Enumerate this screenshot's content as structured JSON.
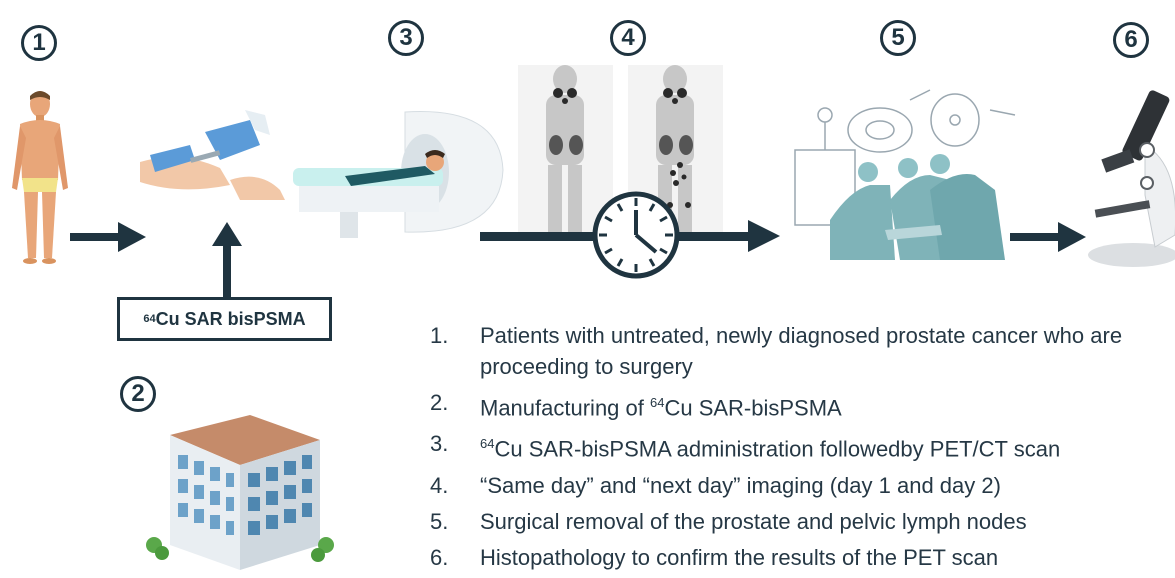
{
  "step_markers": [
    "1",
    "2",
    "3",
    "4",
    "5",
    "6"
  ],
  "tracer_label": {
    "sup": "64",
    "text": "Cu SAR bisPSMA"
  },
  "steps": [
    {
      "num": "1.",
      "text": "Patients with untreated, newly diagnosed prostate cancer who are proceeding to surgery"
    },
    {
      "num": "2.",
      "sup": "64",
      "text": "Cu SAR-bisPSMA",
      "prefix": "Manufacturing of "
    },
    {
      "num": "3.",
      "sup": "64",
      "text": "Cu SAR-bisPSMA administration followedby PET/CT scan",
      "prefix": ""
    },
    {
      "num": "4.",
      "text": "“Same day” and “next day” imaging (day 1 and day 2)"
    },
    {
      "num": "5.",
      "text": "Surgical removal of the prostate and pelvic lymph nodes"
    },
    {
      "num": "6.",
      "text": "Histopathology to confirm the results of the PET scan"
    }
  ],
  "colors": {
    "dark": "#1f3440",
    "scrub": "#7fb3b8",
    "skin": "#e8a679",
    "glove": "#5b9bd8"
  }
}
